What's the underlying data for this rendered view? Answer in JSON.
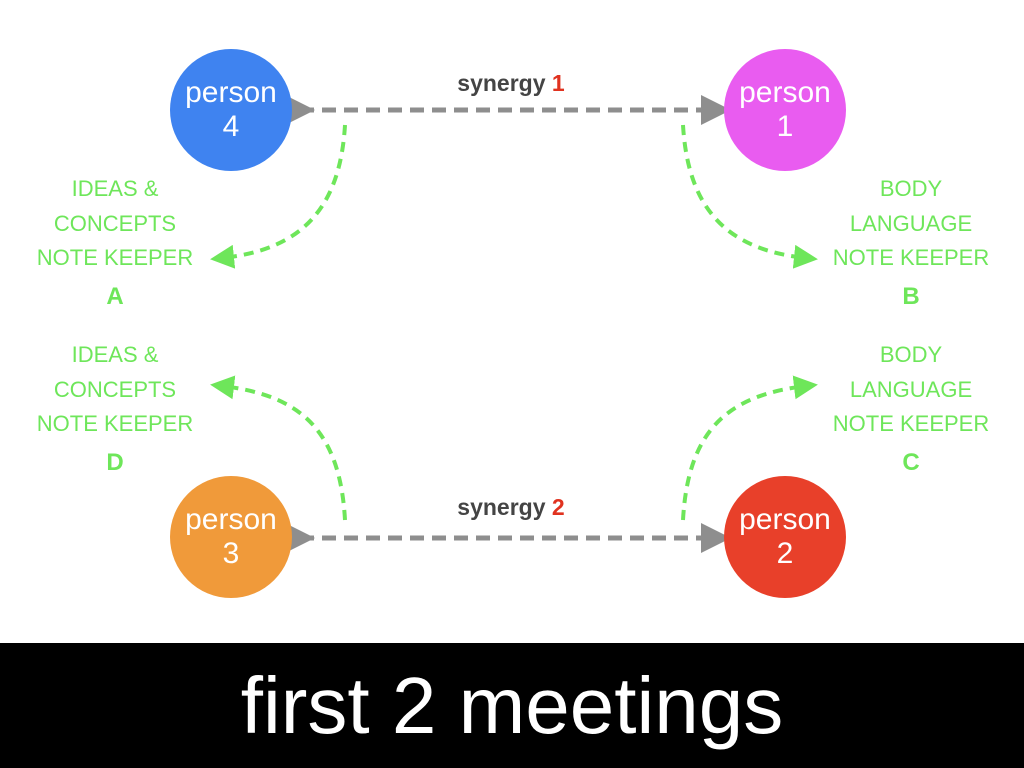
{
  "persons": [
    {
      "name": "person",
      "number": "4",
      "color": "#3f83f0"
    },
    {
      "name": "person",
      "number": "1",
      "color": "#e95cf0"
    },
    {
      "name": "person",
      "number": "3",
      "color": "#f09a3a"
    },
    {
      "name": "person",
      "number": "2",
      "color": "#e8402a"
    }
  ],
  "synergies": [
    {
      "label": "synergy",
      "number": "1"
    },
    {
      "label": "synergy",
      "number": "2"
    }
  ],
  "roles": [
    {
      "lines": [
        "IDEAS &",
        "CONCEPTS",
        "NOTE KEEPER"
      ],
      "letter": "A"
    },
    {
      "lines": [
        "BODY",
        "LANGUAGE",
        "NOTE KEEPER"
      ],
      "letter": "B"
    },
    {
      "lines": [
        "IDEAS &",
        "CONCEPTS",
        "NOTE KEEPER"
      ],
      "letter": "D"
    },
    {
      "lines": [
        "BODY",
        "LANGUAGE",
        "NOTE KEEPER"
      ],
      "letter": "C"
    }
  ],
  "footer": {
    "title": "first 2 meetings"
  },
  "colors": {
    "connector": "#8e8e8e",
    "role_arrow": "#6ee65a",
    "synergy_number": "#e0321f"
  }
}
